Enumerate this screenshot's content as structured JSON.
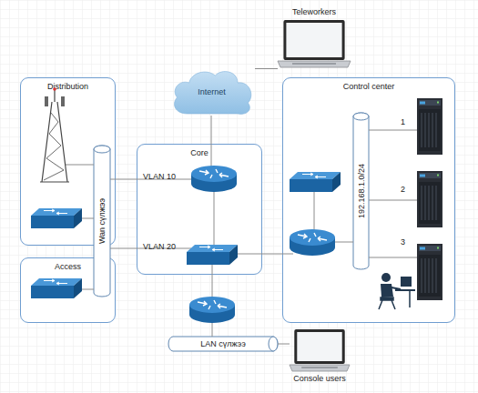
{
  "diagram": {
    "nodes": [
      {
        "text": [
          "Teleworkers"
        ]
      },
      {
        "text": [
          "Internet"
        ]
      },
      {
        "text": [
          "Distribution"
        ]
      },
      {
        "text": [
          "Core"
        ]
      },
      {
        "text": [
          "Control center"
        ]
      },
      {
        "text": [
          "192.168.1.0/24"
        ],
        "in": 4
      },
      {
        "text": [
          "Access"
        ]
      },
      {
        "text": [
          "Wan сүлжээ"
        ]
      },
      {
        "text": [
          "LAN сүлжээ"
        ]
      },
      {
        "text": [
          "Console users"
        ]
      }
    ],
    "edges": [
      {
        "from": 1,
        "to": 0,
        "arrow": "none"
      },
      {
        "from": 8,
        "to": 9,
        "arrow": "none"
      }
    ],
    "labels": [
      "VLAN 10",
      "VLAN 20",
      "1",
      "2",
      "3"
    ]
  }
}
